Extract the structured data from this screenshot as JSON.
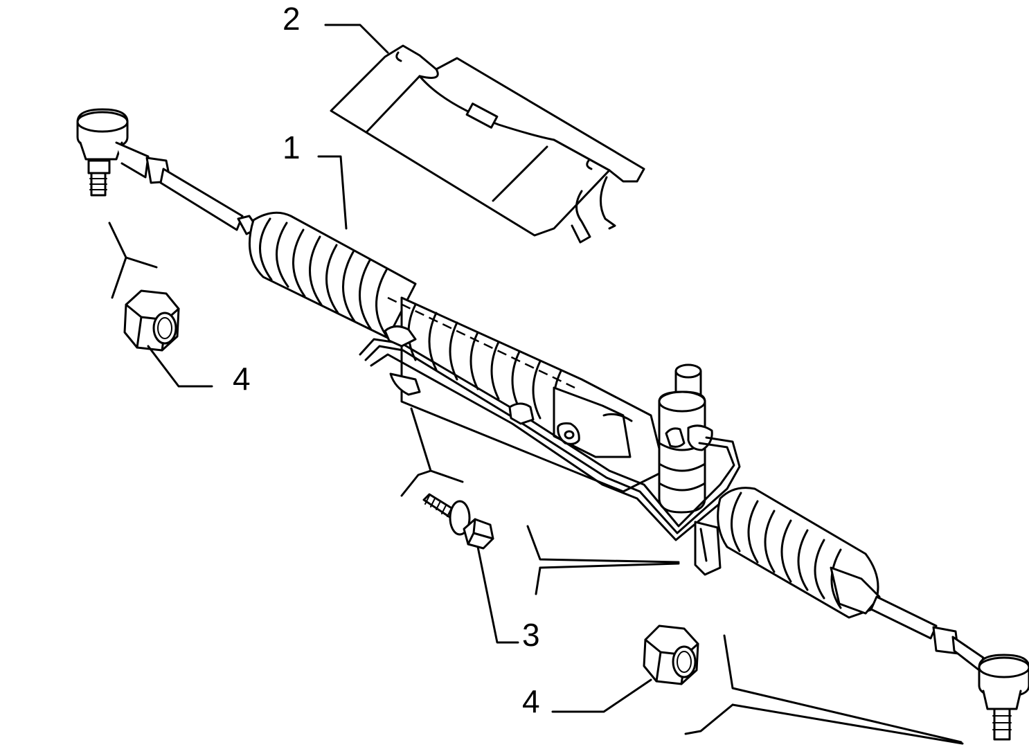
{
  "callouts": {
    "part_1": "1",
    "part_2": "2",
    "part_3": "3",
    "part_4_left": "4",
    "part_4_right": "4"
  }
}
